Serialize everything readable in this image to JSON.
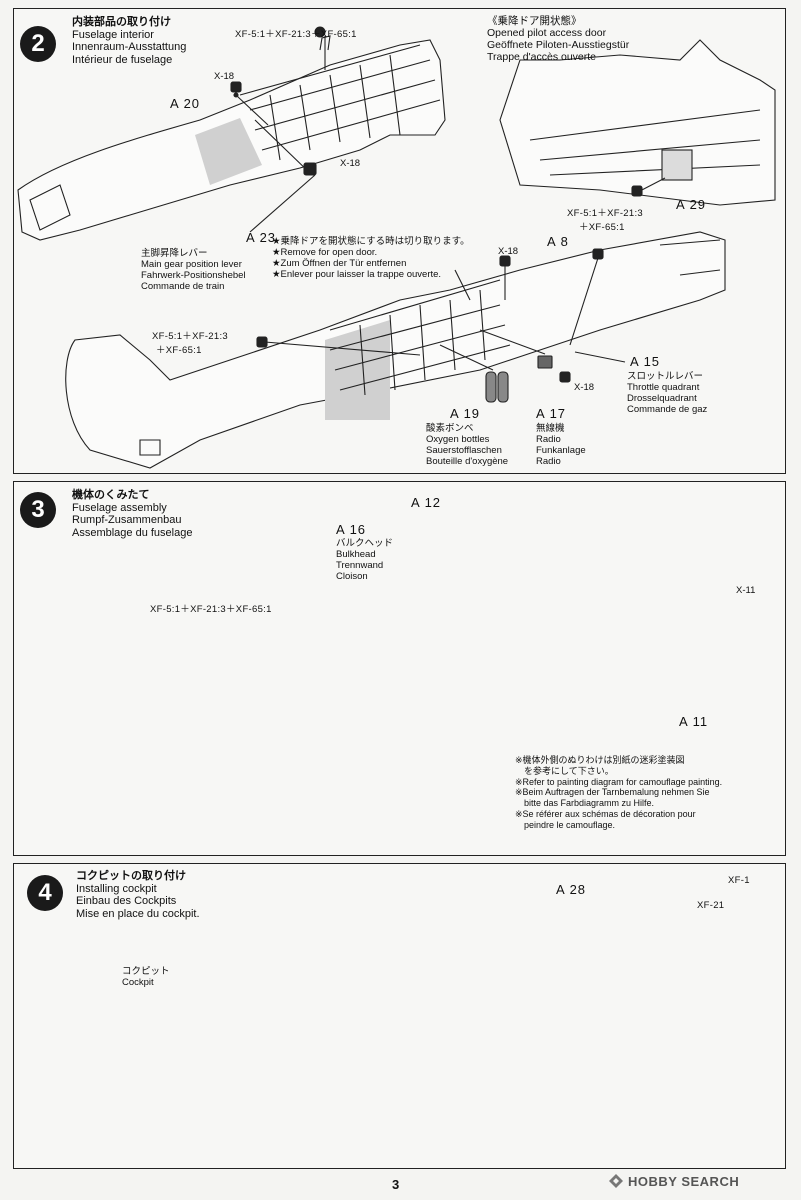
{
  "step2": {
    "number": "2",
    "title_jp": "内装部品の取り付け",
    "title_en": "Fuselage interior",
    "title_de": "Innenraum-Ausstattung",
    "title_fr": "Intérieur de fuselage",
    "paint_top": "XF-5:1＋XF-21:3＋XF-65:1",
    "x18_a": "X-18",
    "x18_b": "X-18",
    "a20": "A 20",
    "a23": "A 23",
    "a23_jp": "主脚昇降レバー",
    "a23_en": "Main gear position lever",
    "a23_de": "Fahrwerk-Positionshebel",
    "a23_fr": "Commande de train",
    "door_jp": "《乗降ドア開状態》",
    "door_en": "Opened pilot access door",
    "door_de": "Geöffnete Piloten-Ausstiegstür",
    "door_fr": "Trappe d'accès ouverte",
    "a29": "A 29",
    "paint_right_1": "XF-5:1＋XF-21:3",
    "paint_right_2": "＋XF-65:1",
    "note_jp": "★乗降ドアを開状態にする時は切り取ります。",
    "note_en": "★Remove for open door.",
    "note_de": "★Zum Öffnen der Tür entfernen",
    "note_fr": "★Enlever pour laisser la trappe ouverte.",
    "x18_c": "X-18",
    "a8": "A 8",
    "paint_left_1": "XF-5:1＋XF-21:3",
    "paint_left_2": "＋XF-65:1",
    "a15": "A 15",
    "a15_jp": "スロットルレバー",
    "a15_en": "Throttle quadrant",
    "a15_de": "Drosselquadrant",
    "a15_fr": "Commande de gaz",
    "x18_d": "X-18",
    "a19": "A 19",
    "a19_jp": "酸素ボンベ",
    "a19_en": "Oxygen bottles",
    "a19_de": "Sauerstofflaschen",
    "a19_fr": "Bouteille d'oxygène",
    "a17": "A 17",
    "a17_jp": "無線機",
    "a17_en": "Radio",
    "a17_de": "Funkanlage",
    "a17_fr": "Radio"
  },
  "step3": {
    "number": "3",
    "title_jp": "機体のくみたて",
    "title_en": "Fuselage assembly",
    "title_de": "Rumpf-Zusammenbau",
    "title_fr": "Assemblage du fuselage",
    "a12": "A 12",
    "a16": "A 16",
    "a16_jp": "バルクヘッド",
    "a16_en": "Bulkhead",
    "a16_de": "Trennwand",
    "a16_fr": "Cloison",
    "paint": "XF-5:1＋XF-21:3＋XF-65:1",
    "x11": "X-11",
    "a11": "A 11",
    "note_jp1": "※機体外側のぬりわけは別紙の迷彩塗装図",
    "note_jp2": "を参考にして下さい。",
    "note_en": "※Refer to painting diagram for camouflage painting.",
    "note_de1": "※Beim Auftragen der Tarnbemalung nehmen Sie",
    "note_de2": "bitte das Farbdiagramm zu Hilfe.",
    "note_fr1": "※Se référer aux schémas de décoration pour",
    "note_fr2": "peindre le camouflage."
  },
  "step4": {
    "number": "4",
    "title_jp": "コクピットの取り付け",
    "title_en": "Installing cockpit",
    "title_de": "Einbau des Cockpits",
    "title_fr": "Mise en place du cockpit.",
    "a28": "A 28",
    "xf1": "XF-1",
    "xf21": "XF-21",
    "cockpit_jp": "コクピット",
    "cockpit_en": "Cockpit"
  },
  "page_number": "3",
  "watermark": "HOBBY SEARCH"
}
